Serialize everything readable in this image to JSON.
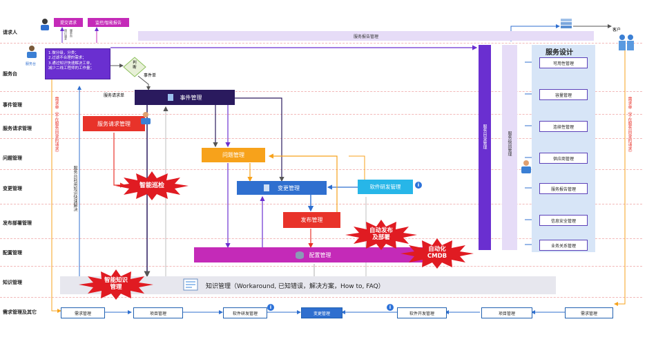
{
  "lanes": [
    "请求人",
    "服务台",
    "事件管理",
    "服务请求管理",
    "问题管理",
    "变更管理",
    "发布部署管理",
    "配置管理",
    "知识管理",
    "需求管理及其它"
  ],
  "top": {
    "submit_request": "提交请求",
    "monitor_smart_report": "监控/智能报告",
    "service_report_mgmt": "服务报告管理",
    "customer": "客户",
    "service_desk_label": "服务台",
    "tiny_labels": [
      "用户请求",
      "服务台"
    ]
  },
  "service_desk_text": "1.做分级，分类；\n2.过滤不合理的需求；\n3.通过知识快速解决工单，\n减少二线工程师的工作量；",
  "judge": {
    "label": "判\n断",
    "incident_ticket": "事件单",
    "service_request_ticket": "服务请求单"
  },
  "boxes": {
    "incident_mgmt": "事件管理",
    "service_request_mgmt": "服务请求管理",
    "problem_mgmt": "问题管理",
    "change_mgmt": "变更管理",
    "software_rd_mgmt": "软件研发管理",
    "release_mgmt": "发布管理",
    "config_mgmt": "配置管理",
    "knowledge_mgmt": "知识管理（Workaround, 已知错误，解决方案，How to, FAQ）"
  },
  "stars": {
    "smart_inspection": "智能巡检",
    "auto_release": "自动发布\n及部署",
    "automation_cmdb": "自动化\nCMDB",
    "smart_knowledge": "智能知识\n管理"
  },
  "vertical": {
    "service_catalog_mgmt": "服务目录管理",
    "service_level_mgmt": "服务级别管理",
    "demand_left": "需求单（不在服务目录的请求）",
    "demand_right": "需求单（不在服务目录的请求）",
    "self_service": "服务台利用知识快速解决"
  },
  "service_design": {
    "title": "服务设计",
    "items": [
      "可用性管理",
      "容量管理",
      "连续性管理",
      "供应商管理",
      "服务报告管理",
      "信息安全管理",
      "业务关系管理"
    ]
  },
  "bottom": [
    "需求管理",
    "项目管理",
    "软件研发管理",
    "变更管理",
    "软件开发管理",
    "项目管理",
    "需求管理"
  ],
  "info_badge": "i",
  "colors": {
    "purple": "#6a2fd0",
    "dark_navy": "#2a1a5e",
    "red": "#e8332a",
    "orange": "#f7a21b",
    "blue": "#2f6fcf",
    "cyan": "#27b6e8",
    "magenta": "#c42ab8",
    "light_lavender": "#e6dcf7",
    "light_blue": "#d7e5f7",
    "red_star": "#e01b22"
  }
}
